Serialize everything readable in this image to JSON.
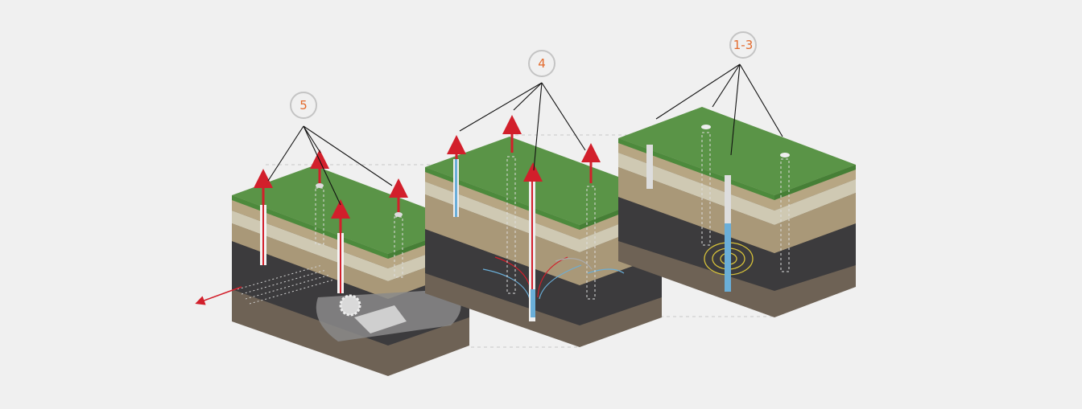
{
  "colors": {
    "background": "#f0f0f0",
    "grass_top": "#5a9447",
    "grass_front": "#4d8a3c",
    "soil_light": "#b7a683",
    "sand_band": "#cfc9b3",
    "coal_dark": "#3c3b3d",
    "rock_base": "#6e6255",
    "arrow_red": "#d21f2b",
    "label_orange": "#e36a2c",
    "sensor_yellow": "#d7c23a",
    "casing_blue": "#6aaed8"
  },
  "callouts": [
    {
      "id": "stage-5",
      "label": "5"
    },
    {
      "id": "stage-4",
      "label": "4"
    },
    {
      "id": "stage-1-3",
      "label": "1-3"
    }
  ],
  "blocks": [
    {
      "id": "block-5",
      "icons": [
        "production-well-icon",
        "mining-gear-icon",
        "fracture-grid-icon"
      ]
    },
    {
      "id": "block-4",
      "icons": [
        "drilling-rig-icon",
        "fracture-field-icon"
      ]
    },
    {
      "id": "block-1-3",
      "icons": [
        "drilling-rig-icon",
        "seismic-sensor-icon"
      ]
    }
  ]
}
